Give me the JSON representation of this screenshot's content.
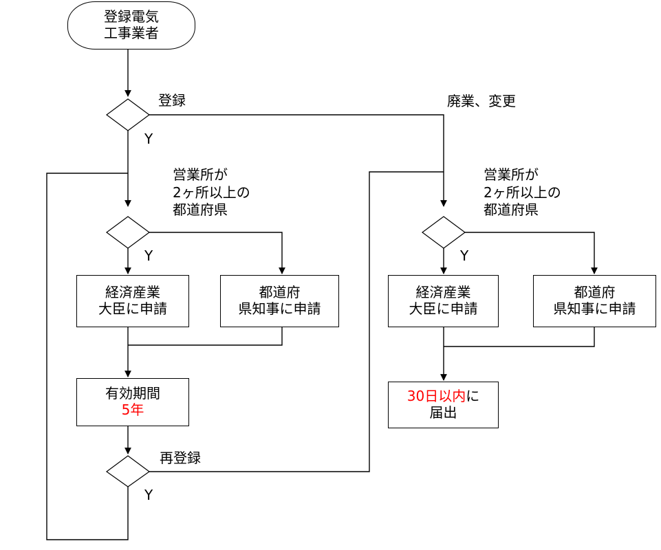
{
  "diagram": {
    "title_node": {
      "name": "start-node",
      "lines": [
        "登録電気",
        "工事業者"
      ]
    },
    "decisions": [
      {
        "id": "d-register",
        "edge_label": "登録",
        "yes_label": "Y"
      },
      {
        "id": "d-offices-left",
        "yes_label": "Y"
      },
      {
        "id": "d-reregister",
        "edge_label": "再登録",
        "yes_label": "Y"
      },
      {
        "id": "d-offices-right",
        "yes_label": "Y"
      }
    ],
    "branch_labels": {
      "right_branch": "廃業、変更"
    },
    "condition_note": {
      "lines": [
        "営業所が",
        "2ヶ所以上の",
        "都道府県"
      ]
    },
    "boxes": {
      "left_minister": {
        "lines": [
          "経済産業",
          "大臣に申請"
        ]
      },
      "left_governor": {
        "lines": [
          "都道府",
          "県知事に申請"
        ]
      },
      "right_minister": {
        "lines": [
          "経済産業",
          "大臣に申請"
        ]
      },
      "right_governor": {
        "lines": [
          "都道府",
          "県知事に申請"
        ]
      },
      "validity": {
        "line1": "有効期間",
        "line2": "5年",
        "line2_color": "#ff0000"
      },
      "notify": {
        "line1_red": "30日以内",
        "line1_black": "に",
        "line2": "届出"
      }
    },
    "colors": {
      "stroke": "#000000",
      "text": "#000000",
      "accent_red": "#ff0000",
      "background": "#ffffff"
    }
  }
}
